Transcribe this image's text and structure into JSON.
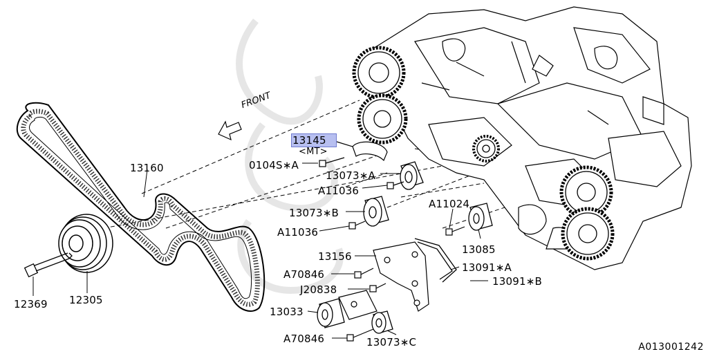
{
  "front_label": "FRONT",
  "mt_label": "<MT>",
  "image_id": "A013001242",
  "part_labels": [
    {
      "id": "p13145",
      "text": "13145"
    },
    {
      "id": "p0104s",
      "text": "0104S∗A"
    },
    {
      "id": "p13073a",
      "text": "13073∗A"
    },
    {
      "id": "pa11036a",
      "text": "A11036"
    },
    {
      "id": "p13160",
      "text": "13160"
    },
    {
      "id": "p13073b",
      "text": "13073∗B"
    },
    {
      "id": "pa11036b",
      "text": "A11036"
    },
    {
      "id": "pa11024",
      "text": "A11024"
    },
    {
      "id": "p13085",
      "text": "13085"
    },
    {
      "id": "p13156",
      "text": "13156"
    },
    {
      "id": "p13091a",
      "text": "13091∗A"
    },
    {
      "id": "pa70846a",
      "text": "A70846"
    },
    {
      "id": "p13091b",
      "text": "13091∗B"
    },
    {
      "id": "pj20838",
      "text": "J20838"
    },
    {
      "id": "p13033",
      "text": "13033"
    },
    {
      "id": "p13073c",
      "text": "13073∗C"
    },
    {
      "id": "pa70846b",
      "text": "A70846"
    },
    {
      "id": "p12369",
      "text": "12369"
    },
    {
      "id": "p12305",
      "text": "12305"
    }
  ],
  "colors": {
    "highlight": "#b7bff0",
    "line": "#000000"
  }
}
